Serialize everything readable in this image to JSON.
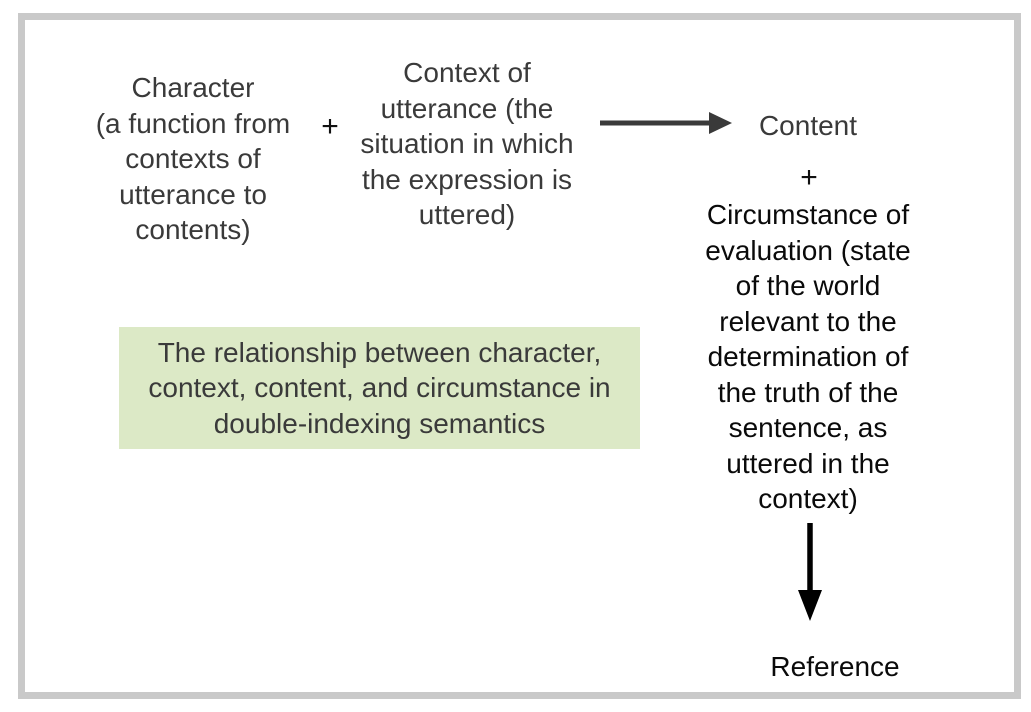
{
  "diagram": {
    "character_block": "Character\n(a function from\ncontexts of\nutterance to\ncontents)",
    "plus_1": "+",
    "context_block": "Context of\nutterance (the\nsituation in which\nthe expression is\nuttered)",
    "content_label": "Content",
    "plus_2": "+",
    "circumstance_block": "Circumstance of\nevaluation (state\nof the world\nrelevant to the\ndetermination of\nthe truth of the\nsentence, as\nuttered in the\ncontext)",
    "reference_label": "Reference",
    "caption": "The relationship between character,\ncontext, content, and circumstance in\ndouble-indexing semantics"
  },
  "colors": {
    "caption_background": "#dce9c6",
    "frame_border": "#c9c9c9",
    "text_gray": "#3a3a3a",
    "text_black": "#0a0a0a",
    "horizontal_arrow": "#3a3a3a",
    "vertical_arrow": "#000000"
  }
}
